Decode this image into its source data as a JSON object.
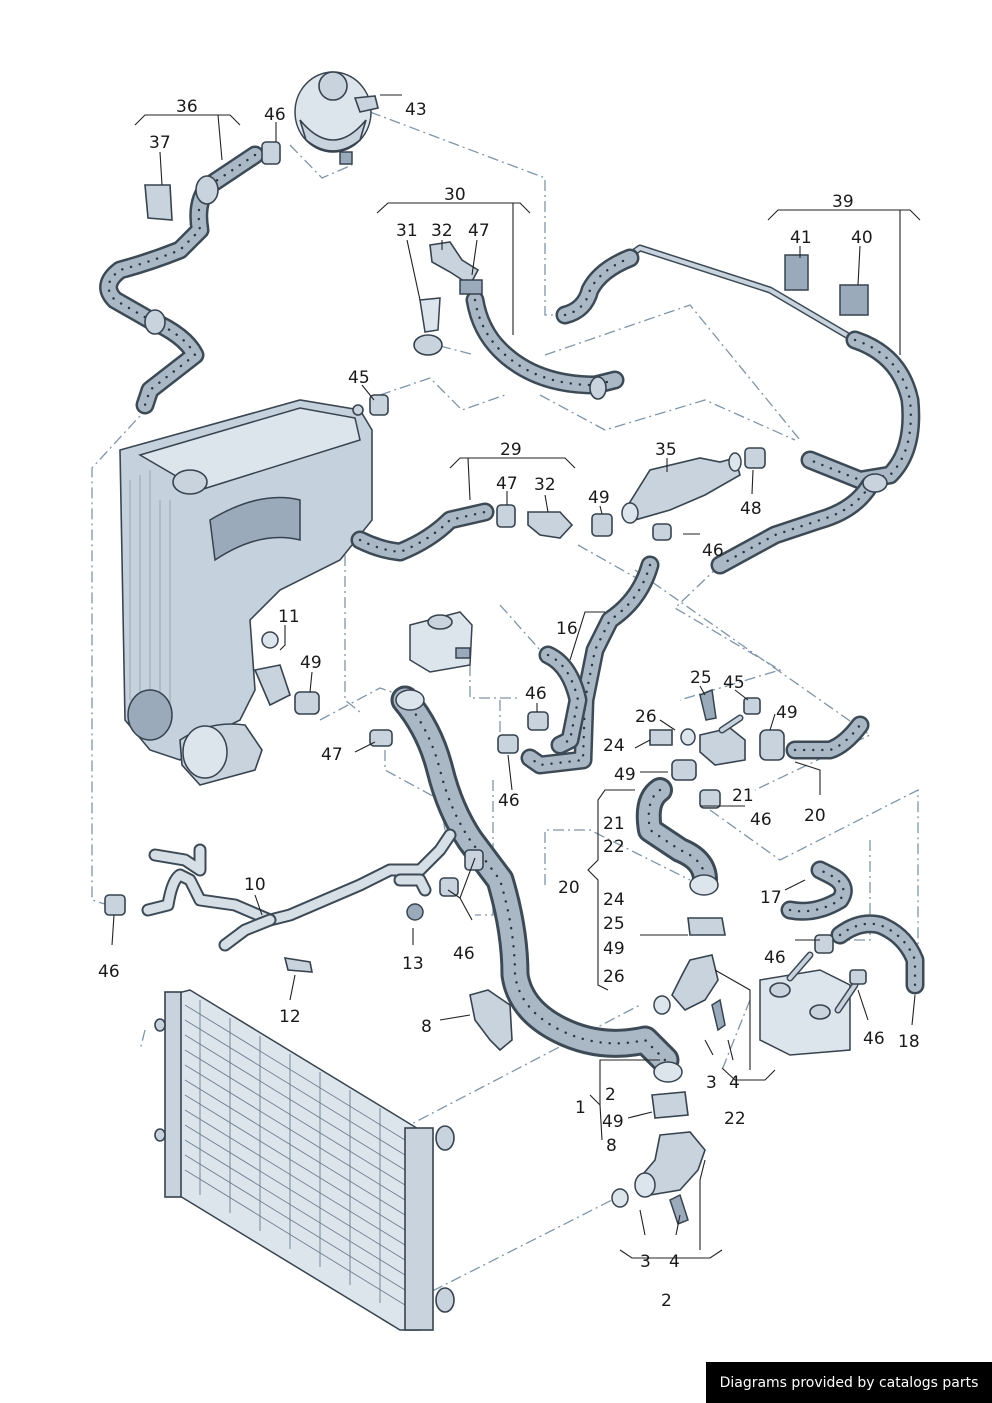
{
  "footer": {
    "text": "Diagrams provided by catalogs parts"
  },
  "callouts": [
    {
      "id": "c36",
      "text": "36"
    },
    {
      "id": "c46a",
      "text": "46"
    },
    {
      "id": "c43",
      "text": "43"
    },
    {
      "id": "c37",
      "text": "37"
    },
    {
      "id": "c30",
      "text": "30"
    },
    {
      "id": "c31",
      "text": "31"
    },
    {
      "id": "c32a",
      "text": "32"
    },
    {
      "id": "c47a",
      "text": "47"
    },
    {
      "id": "c39",
      "text": "39"
    },
    {
      "id": "c41",
      "text": "41"
    },
    {
      "id": "c40",
      "text": "40"
    },
    {
      "id": "c45a",
      "text": "45"
    },
    {
      "id": "c29",
      "text": "29"
    },
    {
      "id": "c47b",
      "text": "47"
    },
    {
      "id": "c32b",
      "text": "32"
    },
    {
      "id": "c49a",
      "text": "49"
    },
    {
      "id": "c35",
      "text": "35"
    },
    {
      "id": "c48",
      "text": "48"
    },
    {
      "id": "c46b",
      "text": "46"
    },
    {
      "id": "c11",
      "text": "11"
    },
    {
      "id": "c49b",
      "text": "49"
    },
    {
      "id": "c16",
      "text": "16"
    },
    {
      "id": "c46c",
      "text": "46"
    },
    {
      "id": "c25a",
      "text": "25"
    },
    {
      "id": "c45b",
      "text": "45"
    },
    {
      "id": "c49c",
      "text": "49"
    },
    {
      "id": "c26a",
      "text": "26"
    },
    {
      "id": "c24a",
      "text": "24"
    },
    {
      "id": "c47c",
      "text": "47"
    },
    {
      "id": "c46d",
      "text": "46"
    },
    {
      "id": "c49d",
      "text": "49"
    },
    {
      "id": "c21a",
      "text": "21"
    },
    {
      "id": "c46e",
      "text": "46"
    },
    {
      "id": "c20a",
      "text": "20"
    },
    {
      "id": "c21b",
      "text": "21"
    },
    {
      "id": "c22a",
      "text": "22"
    },
    {
      "id": "c20b",
      "text": "20"
    },
    {
      "id": "c24b",
      "text": "24"
    },
    {
      "id": "c25b",
      "text": "25"
    },
    {
      "id": "c49e",
      "text": "49"
    },
    {
      "id": "c26b",
      "text": "26"
    },
    {
      "id": "c10",
      "text": "10"
    },
    {
      "id": "c17",
      "text": "17"
    },
    {
      "id": "c46f",
      "text": "46"
    },
    {
      "id": "c13",
      "text": "13"
    },
    {
      "id": "c46g",
      "text": "46"
    },
    {
      "id": "c46h",
      "text": "46"
    },
    {
      "id": "c12",
      "text": "12"
    },
    {
      "id": "c8a",
      "text": "8"
    },
    {
      "id": "c46i",
      "text": "46"
    },
    {
      "id": "c18",
      "text": "18"
    },
    {
      "id": "c3a",
      "text": "3"
    },
    {
      "id": "c4a",
      "text": "4"
    },
    {
      "id": "c2a",
      "text": "2"
    },
    {
      "id": "c1",
      "text": "1"
    },
    {
      "id": "c49f",
      "text": "49"
    },
    {
      "id": "c22b",
      "text": "22"
    },
    {
      "id": "c8b",
      "text": "8"
    },
    {
      "id": "c3b",
      "text": "3"
    },
    {
      "id": "c4b",
      "text": "4"
    },
    {
      "id": "c2b",
      "text": "2"
    }
  ]
}
